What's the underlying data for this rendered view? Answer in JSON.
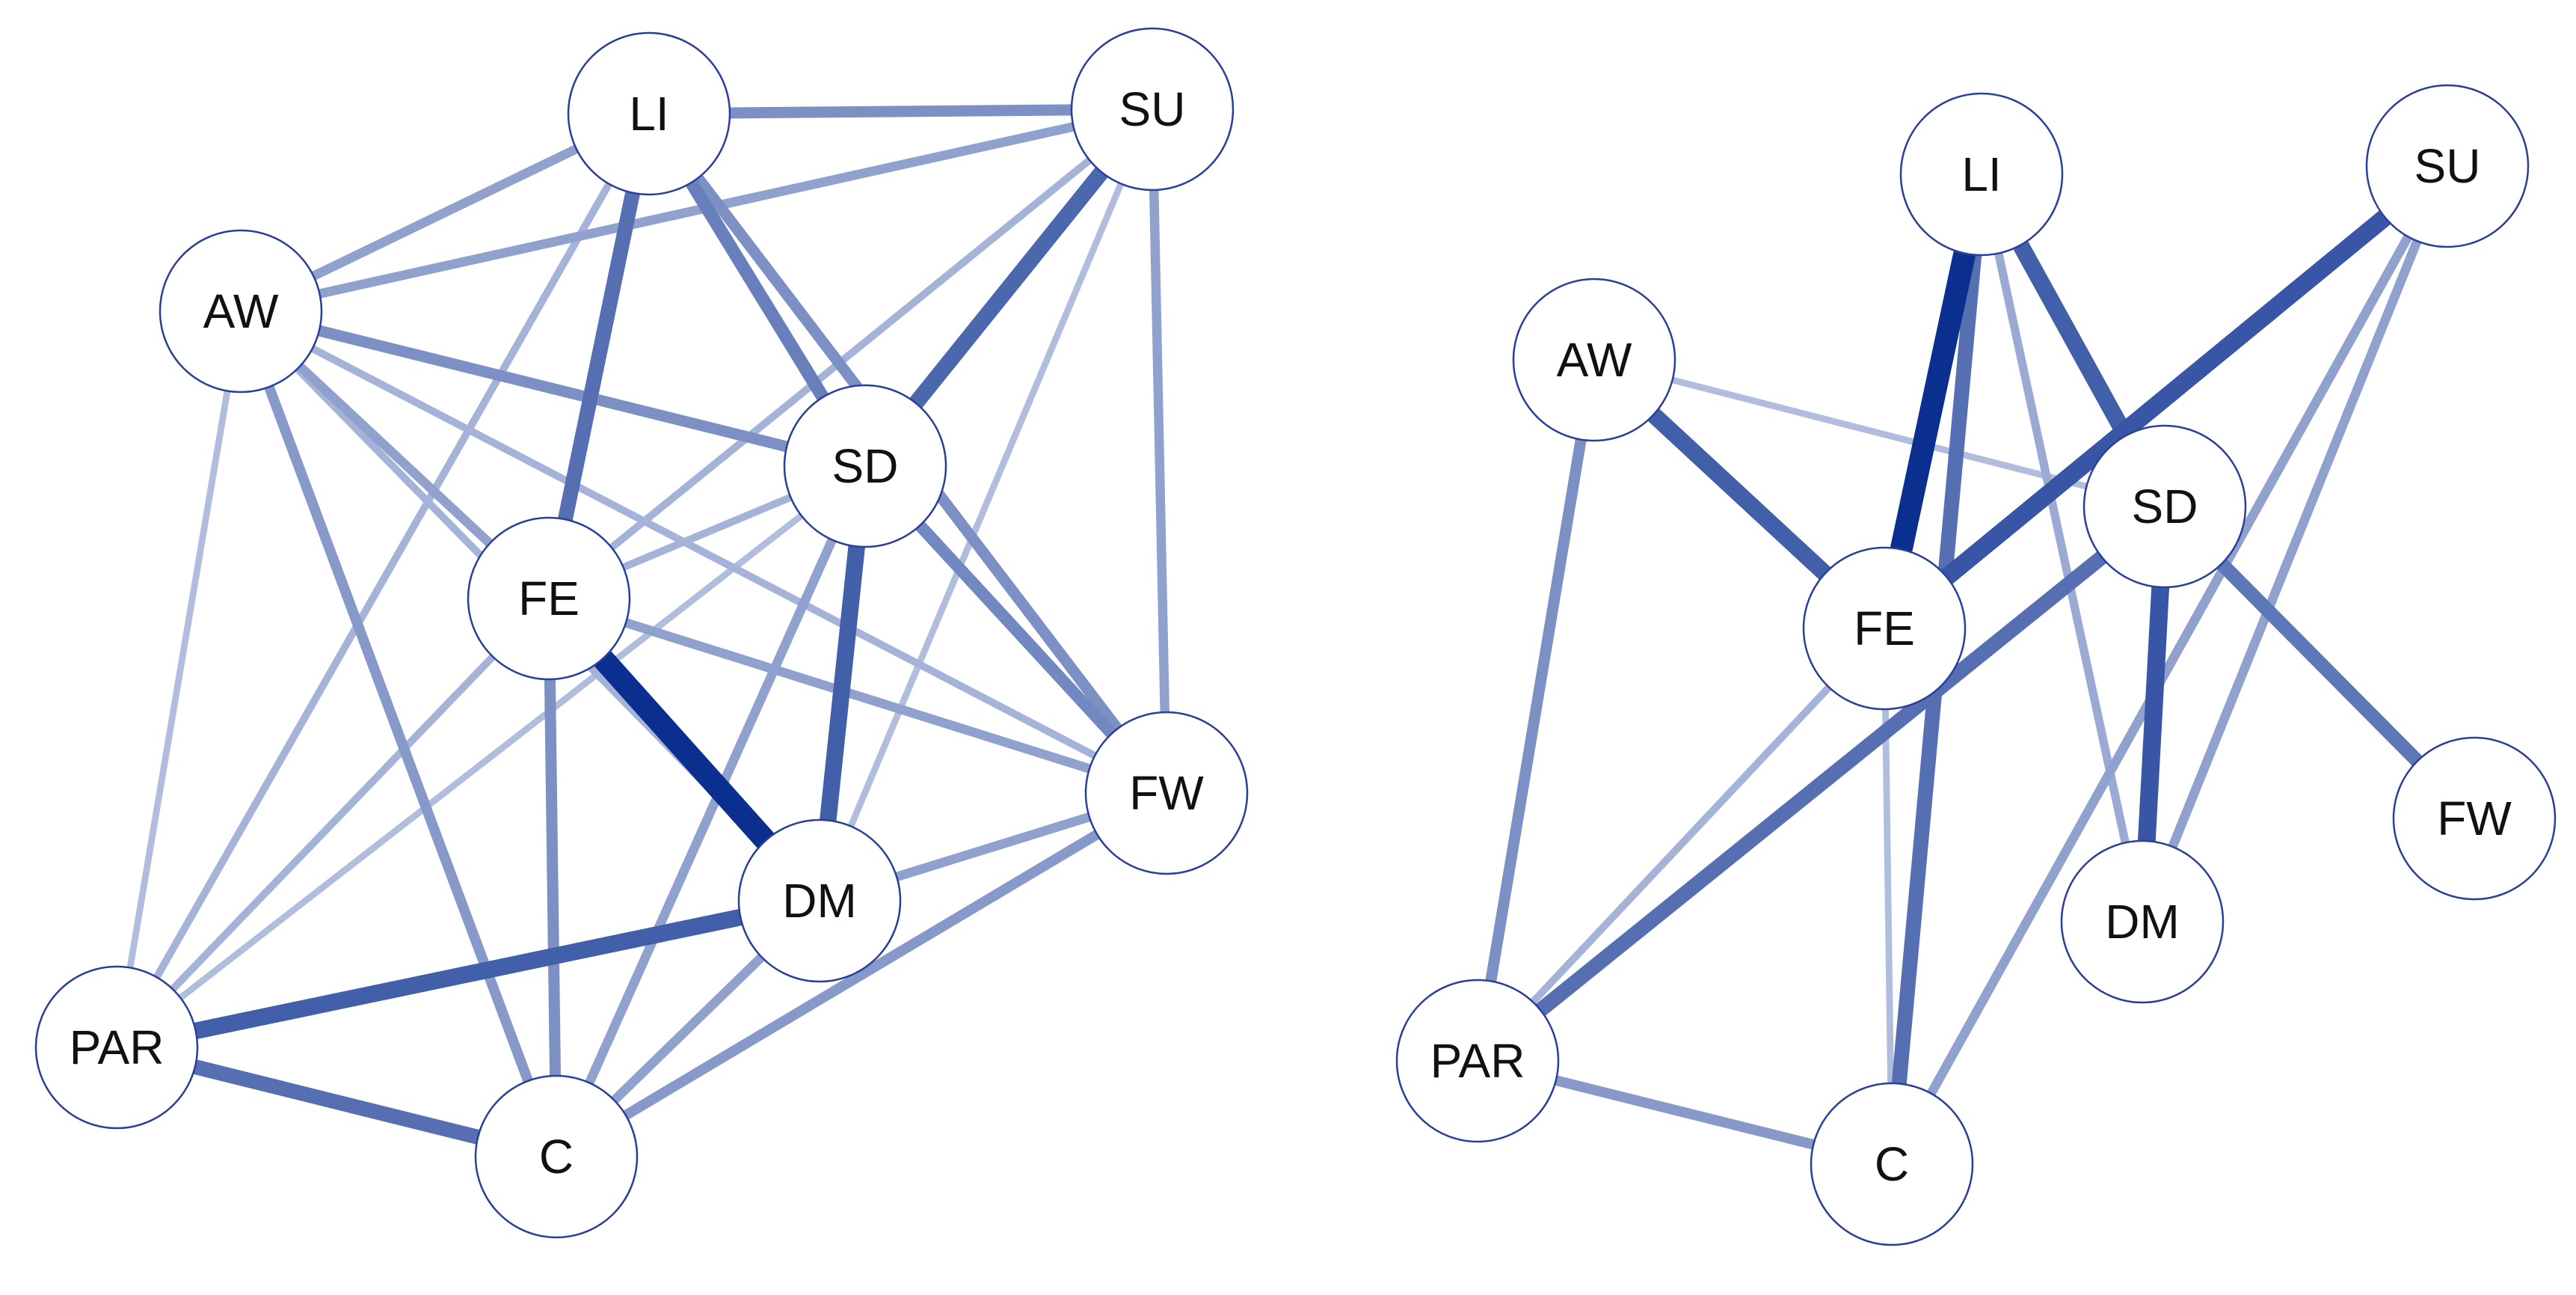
{
  "colors": {
    "edge_strong": "#0a2f8f",
    "edge_light": "#d5dcee",
    "node_stroke": "#2a3f9a",
    "node_fill": "#ffffff",
    "label": "#111111"
  },
  "networks": [
    {
      "id": "left-network",
      "nodes": [
        {
          "id": "LI",
          "label": "LI"
        },
        {
          "id": "SU",
          "label": "SU"
        },
        {
          "id": "AW",
          "label": "AW"
        },
        {
          "id": "SD",
          "label": "SD"
        },
        {
          "id": "FE",
          "label": "FE"
        },
        {
          "id": "FW",
          "label": "FW"
        },
        {
          "id": "DM",
          "label": "DM"
        },
        {
          "id": "PAR",
          "label": "PAR"
        },
        {
          "id": "C",
          "label": "C"
        }
      ],
      "edges": [
        {
          "source": "LI",
          "target": "SU",
          "weight": 0.4
        },
        {
          "source": "LI",
          "target": "AW",
          "weight": 0.3
        },
        {
          "source": "LI",
          "target": "FE",
          "weight": 0.6
        },
        {
          "source": "LI",
          "target": "SD",
          "weight": 0.5
        },
        {
          "source": "LI",
          "target": "FW",
          "weight": 0.4
        },
        {
          "source": "LI",
          "target": "PAR",
          "weight": 0.2
        },
        {
          "source": "SU",
          "target": "AW",
          "weight": 0.3
        },
        {
          "source": "SU",
          "target": "SD",
          "weight": 0.65
        },
        {
          "source": "SU",
          "target": "FE",
          "weight": 0.2
        },
        {
          "source": "SU",
          "target": "FW",
          "weight": 0.3
        },
        {
          "source": "SU",
          "target": "DM",
          "weight": 0.15
        },
        {
          "source": "AW",
          "target": "SD",
          "weight": 0.4
        },
        {
          "source": "AW",
          "target": "FE",
          "weight": 0.3
        },
        {
          "source": "AW",
          "target": "FW",
          "weight": 0.2
        },
        {
          "source": "AW",
          "target": "C",
          "weight": 0.35
        },
        {
          "source": "AW",
          "target": "PAR",
          "weight": 0.15
        },
        {
          "source": "AW",
          "target": "DM",
          "weight": 0.2
        },
        {
          "source": "SD",
          "target": "FE",
          "weight": 0.2
        },
        {
          "source": "SD",
          "target": "DM",
          "weight": 0.7
        },
        {
          "source": "SD",
          "target": "FW",
          "weight": 0.45
        },
        {
          "source": "SD",
          "target": "C",
          "weight": 0.3
        },
        {
          "source": "SD",
          "target": "PAR",
          "weight": 0.15
        },
        {
          "source": "FE",
          "target": "DM",
          "weight": 1.0
        },
        {
          "source": "FE",
          "target": "C",
          "weight": 0.4
        },
        {
          "source": "FE",
          "target": "FW",
          "weight": 0.3
        },
        {
          "source": "FE",
          "target": "PAR",
          "weight": 0.2
        },
        {
          "source": "DM",
          "target": "PAR",
          "weight": 0.7
        },
        {
          "source": "DM",
          "target": "C",
          "weight": 0.3
        },
        {
          "source": "DM",
          "target": "FW",
          "weight": 0.3
        },
        {
          "source": "PAR",
          "target": "C",
          "weight": 0.6
        },
        {
          "source": "FW",
          "target": "C",
          "weight": 0.35
        }
      ]
    },
    {
      "id": "right-network",
      "nodes": [
        {
          "id": "LI",
          "label": "LI"
        },
        {
          "id": "SU",
          "label": "SU"
        },
        {
          "id": "AW",
          "label": "AW"
        },
        {
          "id": "SD",
          "label": "SD"
        },
        {
          "id": "FE",
          "label": "FE"
        },
        {
          "id": "FW",
          "label": "FW"
        },
        {
          "id": "DM",
          "label": "DM"
        },
        {
          "id": "PAR",
          "label": "PAR"
        },
        {
          "id": "C",
          "label": "C"
        }
      ],
      "edges": [
        {
          "source": "LI",
          "target": "FE",
          "weight": 1.0
        },
        {
          "source": "LI",
          "target": "SD",
          "weight": 0.7
        },
        {
          "source": "LI",
          "target": "C",
          "weight": 0.6
        },
        {
          "source": "LI",
          "target": "DM",
          "weight": 0.25
        },
        {
          "source": "SU",
          "target": "FE",
          "weight": 0.75
        },
        {
          "source": "SU",
          "target": "C",
          "weight": 0.3
        },
        {
          "source": "SU",
          "target": "DM",
          "weight": 0.3
        },
        {
          "source": "AW",
          "target": "FE",
          "weight": 0.7
        },
        {
          "source": "AW",
          "target": "PAR",
          "weight": 0.4
        },
        {
          "source": "AW",
          "target": "SD",
          "weight": 0.15
        },
        {
          "source": "SD",
          "target": "PAR",
          "weight": 0.6
        },
        {
          "source": "SD",
          "target": "DM",
          "weight": 0.75
        },
        {
          "source": "SD",
          "target": "FW",
          "weight": 0.55
        },
        {
          "source": "FE",
          "target": "PAR",
          "weight": 0.2
        },
        {
          "source": "FE",
          "target": "C",
          "weight": 0.15
        },
        {
          "source": "PAR",
          "target": "C",
          "weight": 0.35
        }
      ]
    }
  ]
}
